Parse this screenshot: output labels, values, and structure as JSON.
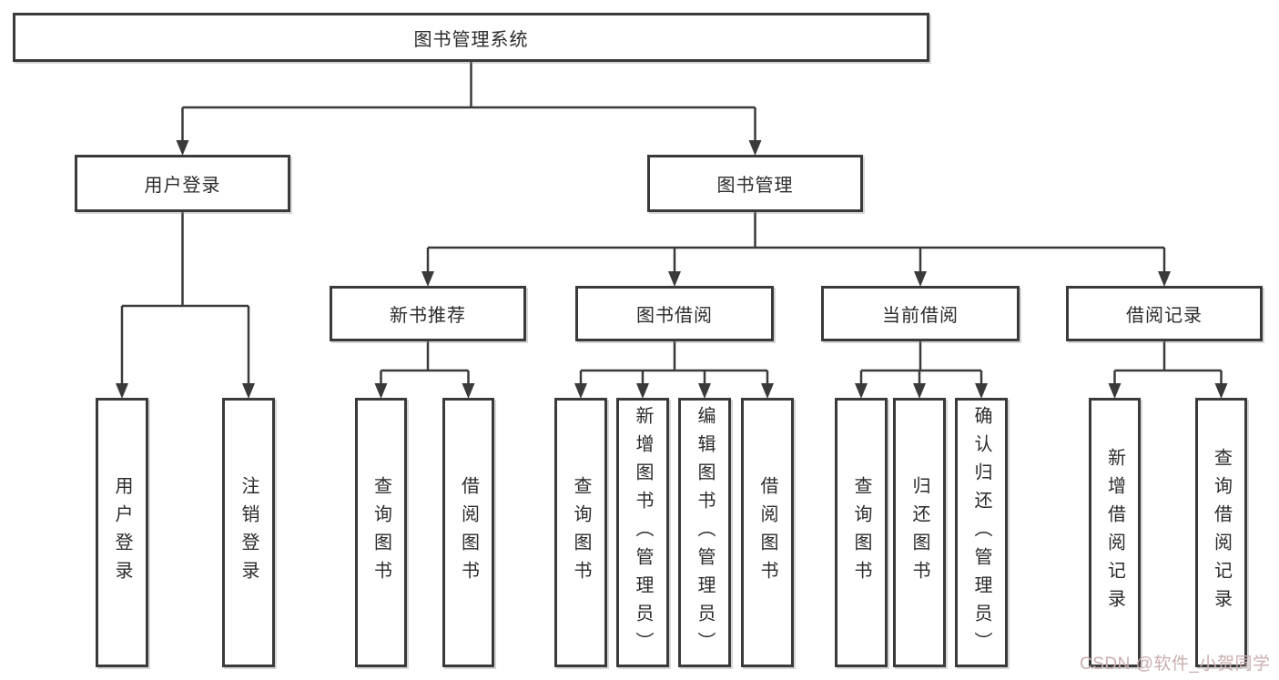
{
  "diagram": {
    "title": "图书管理系统",
    "tree": {
      "id": "root",
      "label": "图书管理系统",
      "children": [
        {
          "id": "user-login",
          "label": "用户登录",
          "children": [
            {
              "id": "login",
              "label": "用户登录"
            },
            {
              "id": "logout",
              "label": "注销登录"
            }
          ]
        },
        {
          "id": "book-mgmt",
          "label": "图书管理",
          "children": [
            {
              "id": "new-book-rec",
              "label": "新书推荐",
              "children": [
                {
                  "id": "nbr-query",
                  "label": "查询图书"
                },
                {
                  "id": "nbr-borrow",
                  "label": "借阅图书"
                }
              ]
            },
            {
              "id": "book-borrow",
              "label": "图书借阅",
              "children": [
                {
                  "id": "bb-query",
                  "label": "查询图书"
                },
                {
                  "id": "bb-add",
                  "label": "新增图书（管理员）"
                },
                {
                  "id": "bb-edit",
                  "label": "编辑图书（管理员）"
                },
                {
                  "id": "bb-borrow",
                  "label": "借阅图书"
                }
              ]
            },
            {
              "id": "current-borrow",
              "label": "当前借阅",
              "children": [
                {
                  "id": "cb-query",
                  "label": "查询图书"
                },
                {
                  "id": "cb-return",
                  "label": "归还图书"
                },
                {
                  "id": "cb-confirm",
                  "label": "确认归还（管理员）"
                }
              ]
            },
            {
              "id": "borrow-records",
              "label": "借阅记录",
              "children": [
                {
                  "id": "br-add",
                  "label": "新增借阅记录"
                },
                {
                  "id": "br-query",
                  "label": "查询借阅记录"
                }
              ]
            }
          ]
        }
      ]
    }
  },
  "colors": {
    "ink": "#3a3a3a",
    "background": "#ffffff",
    "watermark": "#cbaeae"
  },
  "watermark": {
    "text": "CSDN @软件_小贺同学"
  }
}
